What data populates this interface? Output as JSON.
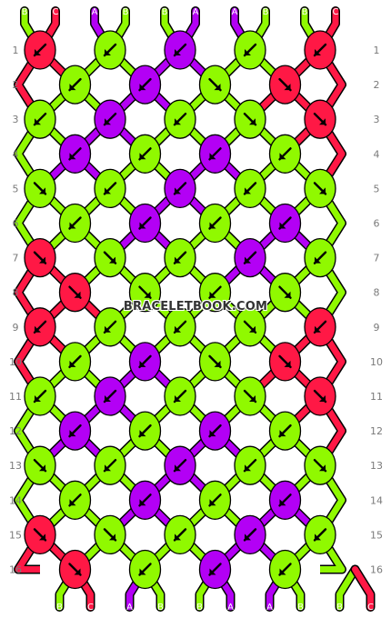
{
  "watermark": "BRACELETBOOK.COM",
  "colors": {
    "A": "#b300f5",
    "B": "#90f900",
    "C": "#ff1845"
  },
  "strings": [
    "B",
    "C",
    "A",
    "B",
    "B",
    "A",
    "A",
    "B",
    "B",
    "C"
  ],
  "row_labels": [
    "1",
    "2",
    "3",
    "4",
    "5",
    "6",
    "7",
    "8",
    "9",
    "10",
    "11",
    "12",
    "13",
    "14",
    "15",
    "16"
  ],
  "knot_colors": [
    [
      "C",
      "B",
      "A",
      "B",
      "C"
    ],
    [
      "B",
      "A",
      "B",
      "C"
    ],
    [
      "B",
      "A",
      "B",
      "B",
      "C"
    ],
    [
      "A",
      "B",
      "A",
      "B"
    ],
    [
      "B",
      "B",
      "A",
      "B",
      "B"
    ],
    [
      "B",
      "A",
      "B",
      "A"
    ],
    [
      "C",
      "B",
      "B",
      "A",
      "B"
    ],
    [
      "C",
      "B",
      "B",
      "B"
    ],
    [
      "C",
      "B",
      "B",
      "B",
      "C"
    ],
    [
      "B",
      "A",
      "B",
      "C"
    ],
    [
      "B",
      "A",
      "B",
      "B",
      "C"
    ],
    [
      "A",
      "B",
      "A",
      "B"
    ],
    [
      "B",
      "B",
      "A",
      "B",
      "B"
    ],
    [
      "B",
      "A",
      "B",
      "A"
    ],
    [
      "C",
      "B",
      "B",
      "A",
      "B"
    ],
    [
      "C",
      "B",
      "A",
      "B"
    ]
  ],
  "knot_arrows": [
    [
      "sw",
      "sw",
      "sw",
      "sw",
      "sw"
    ],
    [
      "sw",
      "sw",
      "se",
      "se"
    ],
    [
      "sw",
      "sw",
      "sw",
      "se",
      "se"
    ],
    [
      "sw",
      "sw",
      "sw",
      "sw"
    ],
    [
      "se",
      "sw",
      "sw",
      "sw",
      "se"
    ],
    [
      "sw",
      "sw",
      "sw",
      "sw"
    ],
    [
      "se",
      "se",
      "sw",
      "sw",
      "sw"
    ],
    [
      "se",
      "se",
      "sw",
      "se"
    ],
    [
      "sw",
      "sw",
      "sw",
      "se",
      "sw"
    ],
    [
      "sw",
      "sw",
      "se",
      "se"
    ],
    [
      "sw",
      "sw",
      "sw",
      "se",
      "se"
    ],
    [
      "sw",
      "sw",
      "sw",
      "sw"
    ],
    [
      "se",
      "sw",
      "sw",
      "sw",
      "se"
    ],
    [
      "sw",
      "sw",
      "sw",
      "sw"
    ],
    [
      "se",
      "se",
      "sw",
      "sw",
      "sw"
    ],
    [
      "se",
      "sw",
      "sw",
      "sw"
    ]
  ]
}
